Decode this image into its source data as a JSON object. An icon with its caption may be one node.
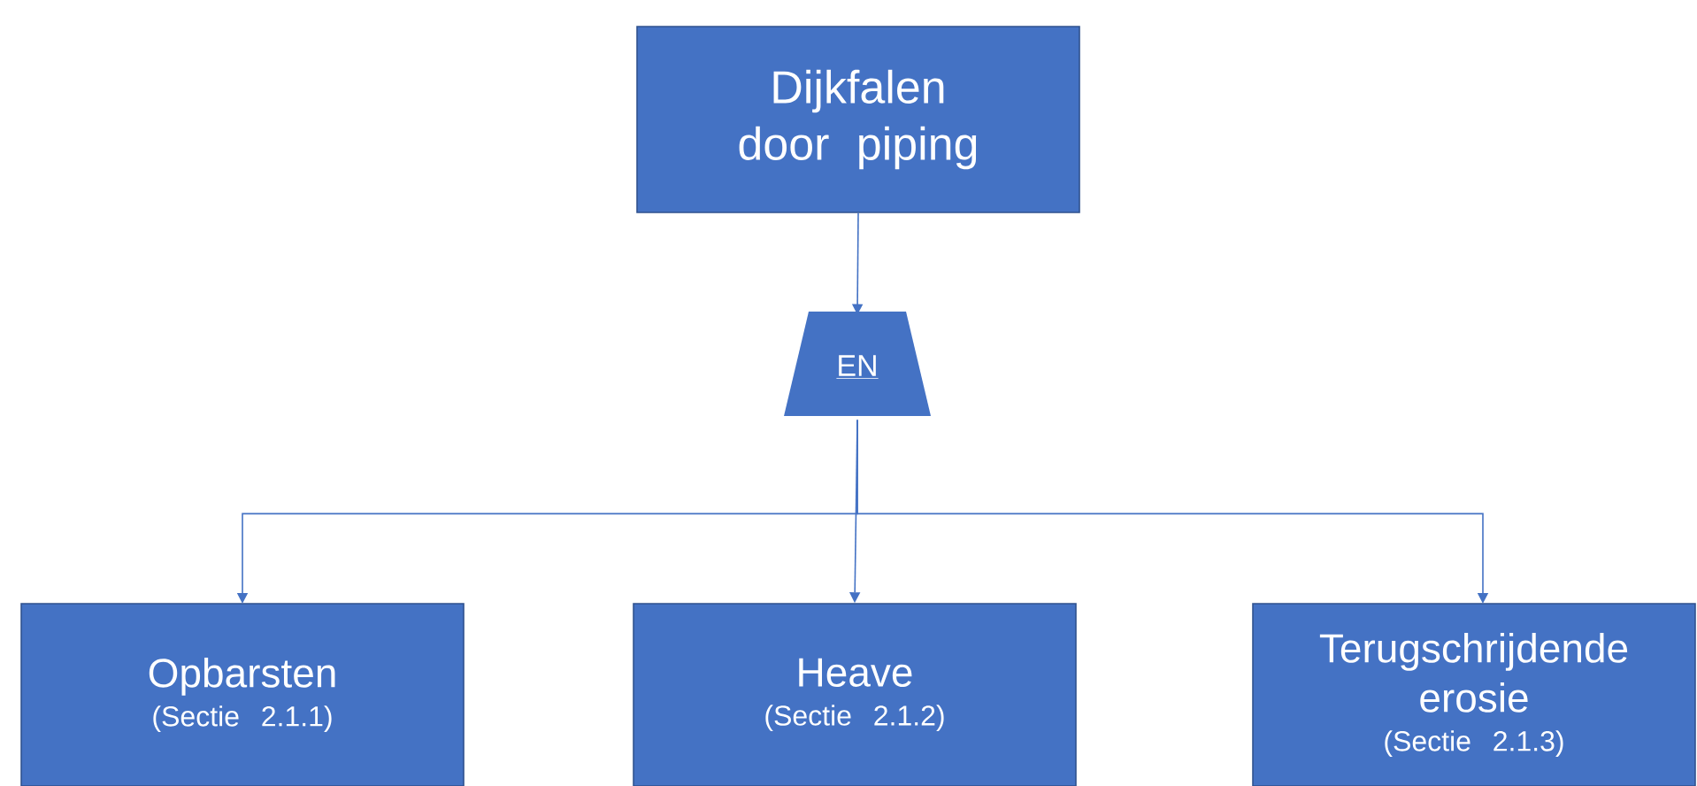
{
  "diagram": {
    "nodes": [
      {
        "text": [
          "Dijkfalen door piping"
        ]
      },
      {
        "text": [
          "EN"
        ]
      },
      {
        "text": [
          "Opbarsten",
          "(Sectie 2.1.1)"
        ]
      },
      {
        "text": [
          "Heave",
          "(Sectie 2.1.2)"
        ]
      },
      {
        "text": [
          "Terugschrijdende erosie",
          "(Sectie 2.1.3)"
        ]
      }
    ],
    "edges": [
      {
        "from": 0,
        "to": 1,
        "arrow": "to"
      },
      {
        "from": 1,
        "to": 2,
        "arrow": "to"
      },
      {
        "from": 1,
        "to": 3,
        "arrow": "to"
      },
      {
        "from": 1,
        "to": 4,
        "arrow": "to"
      }
    ]
  }
}
